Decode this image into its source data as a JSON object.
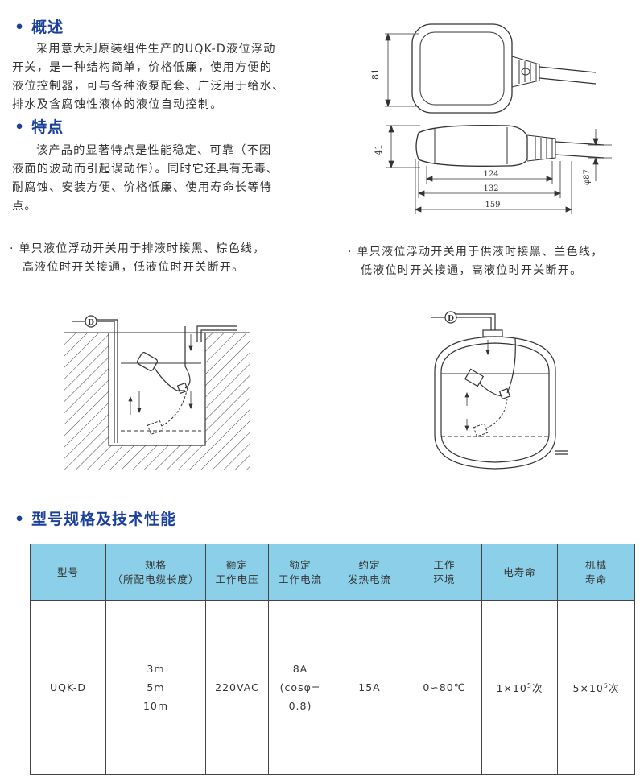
{
  "overview": {
    "bullet": "•",
    "heading": "概述",
    "lines": [
      "采用意大利原装组件生产的UQK-D液位浮动",
      "开关，是一种结构简单，价格低廉，使用方便的",
      "液位控制器，可与各种液泵配套、广泛用于给水、",
      "排水及含腐蚀性液体的液位自动控制。"
    ]
  },
  "features": {
    "bullet": "•",
    "heading": "特点",
    "lines": [
      "该产品的显著特点是性能稳定、可靠（不因",
      "液面的波动而引起误动作）。同时它还具有无毒、",
      "耐腐蚀、安装方便、价格低廉、使用寿命长等特",
      "点。"
    ]
  },
  "dimensions": {
    "height_top": "81",
    "height_side": "41",
    "cable_dia": "φ87",
    "len_124": "124",
    "len_132": "132",
    "len_159": "159"
  },
  "notes": {
    "drain": {
      "line1": "· 单只液位浮动开关用于排液时接黑、棕色线，",
      "line2": "高液位时开关接通，低液位时开关断开。"
    },
    "supply": {
      "line1": "· 单只液位浮动开关用于供液时接黑、兰色线，",
      "line2": "低液位时开关接通，高液位时开关断开。"
    }
  },
  "pump_label": "D",
  "spec": {
    "bullet": "•",
    "heading": "型号规格及技术性能",
    "headers": [
      {
        "l1": "型号",
        "l2": ""
      },
      {
        "l1": "规格",
        "l2": "（所配电缆长度）"
      },
      {
        "l1": "额定",
        "l2": "工作电压"
      },
      {
        "l1": "额定",
        "l2": "工作电流"
      },
      {
        "l1": "约定",
        "l2": "发热电流"
      },
      {
        "l1": "工作",
        "l2": "环境"
      },
      {
        "l1": "电寿命",
        "l2": ""
      },
      {
        "l1": "机械",
        "l2": "寿命"
      }
    ],
    "row": {
      "model": "UQK-D",
      "spec": [
        "3m",
        "5m",
        "10m"
      ],
      "voltage": "220VAC",
      "current": [
        "8A",
        "(cosφ=",
        "0.8)"
      ],
      "thermal": "15A",
      "env": "0∽80℃",
      "elec_base": "1×10",
      "elec_exp": "5",
      "elec_unit": "次",
      "mech_base": "5×10",
      "mech_exp": "5",
      "mech_unit": "次"
    }
  },
  "colors": {
    "heading": "#1a3f9c",
    "header_bg": "#8bd0e8"
  }
}
